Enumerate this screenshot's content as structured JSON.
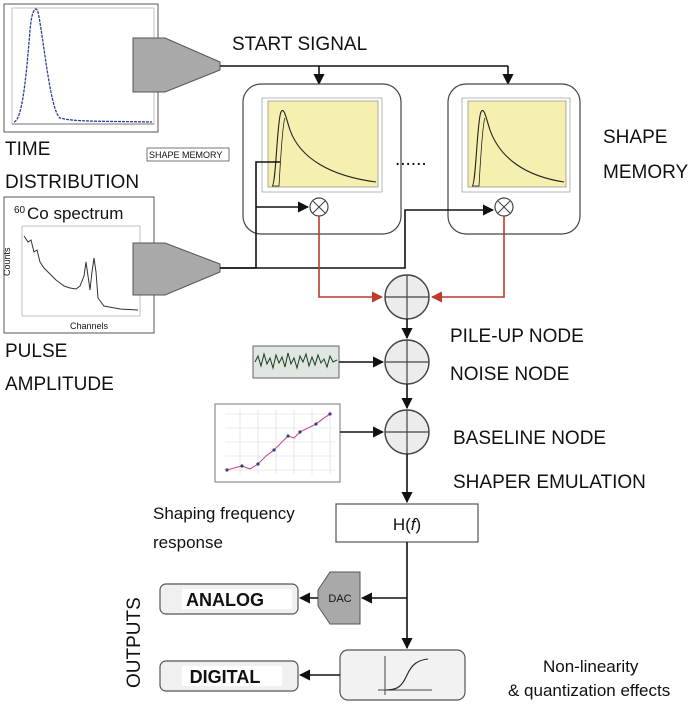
{
  "labels": {
    "start_signal": "START SIGNAL",
    "time": "TIME",
    "distribution": "DISTRIBUTION",
    "shape_memory_box": "SHAPE MEMORY",
    "ellipsis": "......",
    "shape": "SHAPE",
    "memory": "MEMORY",
    "co_sup": "60",
    "co_text": "Co spectrum",
    "pulse": "PULSE",
    "amplitude": "AMPLITUDE",
    "pileup_node": "PILE-UP NODE",
    "noise_node": "NOISE NODE",
    "baseline_node": "BASELINE NODE",
    "shaper_emulation": "SHAPER EMULATION",
    "shaping_frequency": "Shaping frequency",
    "response": "response",
    "hf_pre": "H(",
    "hf_f": "f",
    "hf_post": ")",
    "dac": "DAC",
    "analog": "ANALOG",
    "digital": "DIGITAL",
    "outputs": "OUTPUTS",
    "nonlinearity": "Non-linearity",
    "quantization": "& quantization effects"
  },
  "colors": {
    "line": "#111111",
    "red_line": "#c0392b",
    "gray_fill": "#a9a9a9",
    "memory_fill": "#f5efb0",
    "output_fill": "#f0f0f0"
  }
}
